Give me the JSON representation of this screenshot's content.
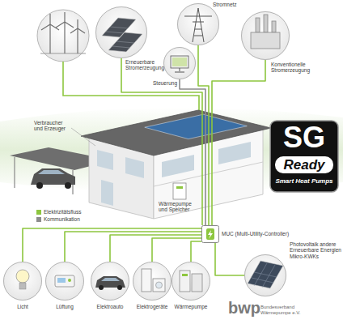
{
  "diagram": {
    "nodes": [
      {
        "text": [
          "Erneuerbare Stromerzeugung"
        ]
      },
      {
        "text": [
          "Stromnetz"
        ]
      },
      {
        "text": [
          "Steuerung"
        ]
      },
      {
        "text": [
          "Konventionelle Stromerzeugung"
        ]
      },
      {
        "text": [
          "SG",
          "Ready",
          "Smart Heat Pumps"
        ]
      },
      {
        "text": [
          "MUC (Multi-Utility-Controller)"
        ]
      },
      {
        "text": [
          "Photovoltaik andere Erneuerbare Energien Mikro-KWKs"
        ]
      },
      {
        "text": [
          "Licht"
        ]
      },
      {
        "text": [
          "Lüftung"
        ]
      },
      {
        "text": [
          "Elektroauto"
        ]
      },
      {
        "text": [
          "Elektrogeräte"
        ]
      },
      {
        "text": [
          "Wärmepumpe"
        ]
      }
    ],
    "edges": [
      {
        "from": 0,
        "to": 5,
        "arrow": "none"
      },
      {
        "from": 1,
        "to": 5,
        "arrow": "none"
      },
      {
        "from": 2,
        "to": 5,
        "arrow": "none"
      },
      {
        "from": 3,
        "to": 5,
        "arrow": "none"
      },
      {
        "from": 5,
        "to": 7,
        "arrow": "none"
      },
      {
        "from": 5,
        "to": 8,
        "arrow": "none"
      },
      {
        "from": 5,
        "to": 9,
        "arrow": "none"
      },
      {
        "from": 5,
        "to": 10,
        "arrow": "none"
      },
      {
        "from": 5,
        "to": 11,
        "arrow": "none"
      },
      {
        "from": 5,
        "to": 6,
        "arrow": "none"
      }
    ],
    "labels": [
      "Verbraucher und Erzeuger",
      "Wärmepumpe und Speicher",
      "bwp",
      "Bundesverband Wärmepumpe e.V."
    ],
    "legend": [
      {
        "text": "Elektrizitätsfluss",
        "color": "#8dc63f"
      },
      {
        "text": "Kommunikation",
        "color": "#8c8c8c"
      }
    ]
  }
}
